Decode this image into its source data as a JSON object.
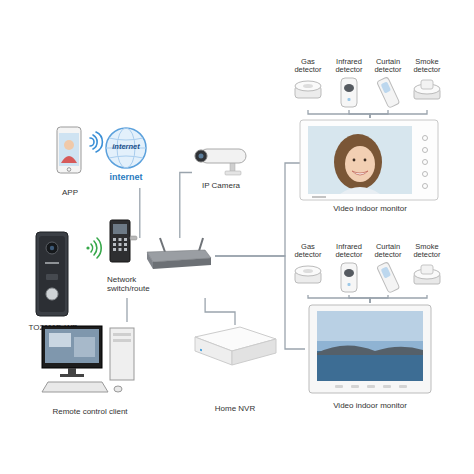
{
  "diagram": {
    "nodes": [
      {
        "text": [
          "Gas detector"
        ]
      },
      {
        "text": [
          "Infrared detector"
        ]
      },
      {
        "text": [
          "Curtain detector"
        ]
      },
      {
        "text": [
          "Smoke detector"
        ]
      },
      {
        "text": [
          "APP"
        ]
      },
      {
        "text": [
          "internet",
          "internet"
        ]
      },
      {
        "text": [
          "IP Camera"
        ]
      },
      {
        "text": [
          "Video indoor monitor"
        ]
      },
      {
        "text": [
          "TO2111D-WP"
        ]
      },
      {
        "text": [
          "Network switch/route"
        ]
      },
      {
        "text": [
          "Gas detector"
        ]
      },
      {
        "text": [
          "Infrared detector"
        ]
      },
      {
        "text": [
          "Curtain detector"
        ]
      },
      {
        "text": [
          "Smoke detector"
        ]
      },
      {
        "text": [
          "Remote control client"
        ]
      },
      {
        "text": [
          "Home NVR"
        ]
      },
      {
        "text": [
          "Video indoor monitor"
        ]
      }
    ],
    "edges": [
      {
        "from": 0,
        "to": 7,
        "arrow": "none"
      },
      {
        "from": 1,
        "to": 7,
        "arrow": "none"
      },
      {
        "from": 2,
        "to": 7,
        "arrow": "none"
      },
      {
        "from": 3,
        "to": 7,
        "arrow": "none"
      },
      {
        "from": 10,
        "to": 16,
        "arrow": "none"
      },
      {
        "from": 11,
        "to": 16,
        "arrow": "none"
      },
      {
        "from": 12,
        "to": 16,
        "arrow": "none"
      },
      {
        "from": 13,
        "to": 16,
        "arrow": "none"
      },
      {
        "from": 5,
        "to": 9,
        "arrow": "none"
      },
      {
        "from": 9,
        "to": 6,
        "arrow": "none"
      },
      {
        "from": 9,
        "to": 7,
        "arrow": "none"
      },
      {
        "from": 9,
        "to": 16,
        "arrow": "none"
      },
      {
        "from": 9,
        "to": 15,
        "arrow": "none"
      },
      {
        "from": 9,
        "to": 14,
        "arrow": "none"
      }
    ]
  }
}
